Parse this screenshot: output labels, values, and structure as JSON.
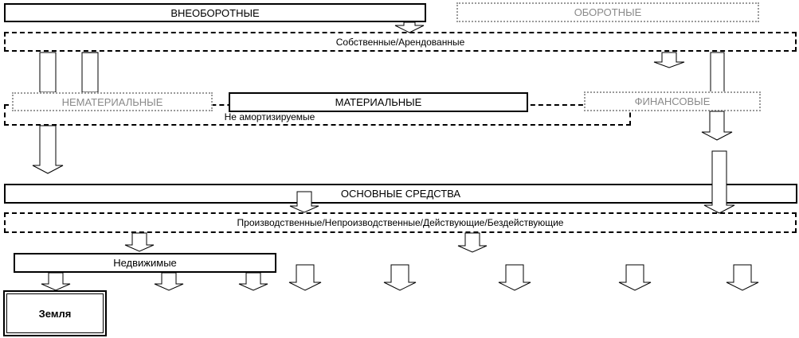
{
  "diagram": {
    "vneoborotnye": "ВНЕОБОРОТНЫЕ",
    "oborotnye": "ОБОРОТНЫЕ",
    "own_leased": "Собственные/Арендованные",
    "nematerialnye": "НЕМАТЕРИАЛЬНЫЕ",
    "materialnye": "МАТЕРИАЛЬНЫЕ",
    "finansovye": "ФИНАНСОВЫЕ",
    "ne_amortiziruemye": "Не амортизируемые",
    "osnovnye_sredstva": "ОСНОВНЫЕ СРЕДСТВА",
    "production_types": "Производственные/Непроизводственные/Действующие/Бездействующие",
    "nedvizhimye": "Недвижимые",
    "zemlya": "Земля"
  },
  "colors": {
    "line": "#000000",
    "dotted": "#9a9a9a",
    "background": "#ffffff"
  }
}
